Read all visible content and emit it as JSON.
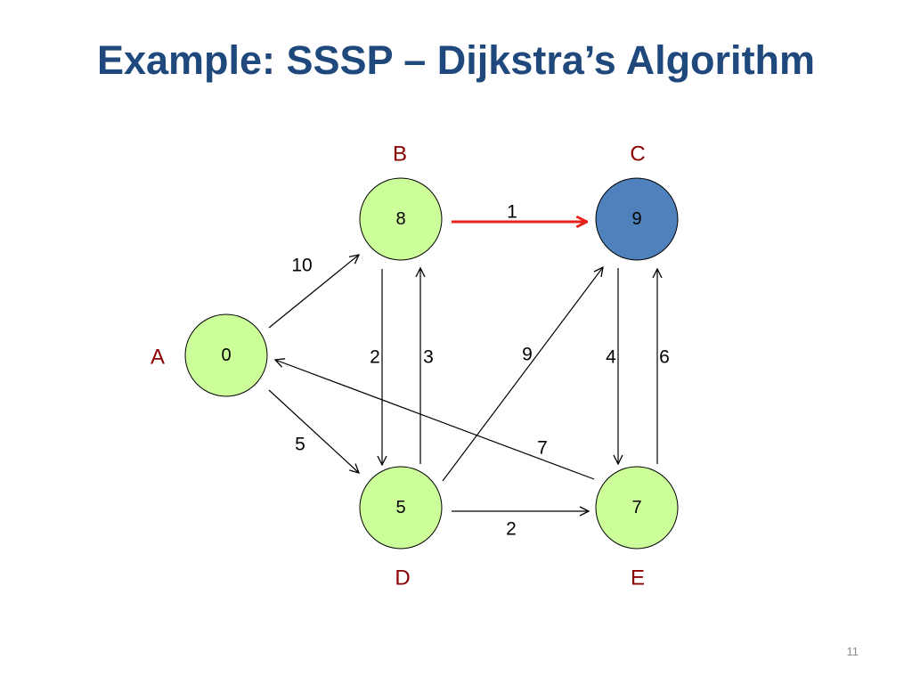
{
  "title": "Example: SSSP – Dijkstra’s Algorithm",
  "page_number": "11",
  "colors": {
    "title": "#1F497D",
    "label": "#8B0000",
    "node_fill": "#CCFF99",
    "node_highlight_fill": "#4F81BD",
    "node_stroke": "#000000",
    "edge": "#000000",
    "highlight_edge": "#E8201A"
  },
  "nodes": [
    {
      "id": "A",
      "label": "A",
      "distance": "0",
      "highlighted": false
    },
    {
      "id": "B",
      "label": "B",
      "distance": "8",
      "highlighted": false
    },
    {
      "id": "C",
      "label": "C",
      "distance": "9",
      "highlighted": true
    },
    {
      "id": "D",
      "label": "D",
      "distance": "5",
      "highlighted": false
    },
    {
      "id": "E",
      "label": "E",
      "distance": "7",
      "highlighted": false
    }
  ],
  "edges": [
    {
      "from": "A",
      "to": "B",
      "weight": "10",
      "highlighted": false
    },
    {
      "from": "A",
      "to": "D",
      "weight": "5",
      "highlighted": false
    },
    {
      "from": "B",
      "to": "C",
      "weight": "1",
      "highlighted": true
    },
    {
      "from": "B",
      "to": "D",
      "weight": "2",
      "highlighted": false
    },
    {
      "from": "D",
      "to": "B",
      "weight": "3",
      "highlighted": false
    },
    {
      "from": "D",
      "to": "C",
      "weight": "9",
      "highlighted": false
    },
    {
      "from": "C",
      "to": "E",
      "weight": "4",
      "highlighted": false
    },
    {
      "from": "E",
      "to": "C",
      "weight": "6",
      "highlighted": false
    },
    {
      "from": "D",
      "to": "E",
      "weight": "2",
      "highlighted": false
    },
    {
      "from": "E",
      "to": "A",
      "weight": "7",
      "highlighted": false
    }
  ]
}
